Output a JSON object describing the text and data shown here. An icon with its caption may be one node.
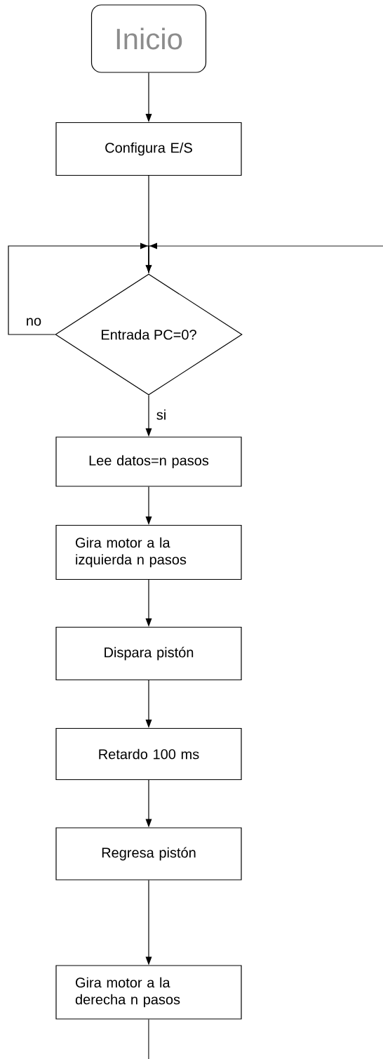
{
  "diagram": {
    "nodes": [
      {
        "text": [
          "Inicio"
        ]
      },
      {
        "text": [
          "Configura E/S"
        ]
      },
      {
        "text": [
          "Entrada PC=0?"
        ]
      },
      {
        "text": [
          "Lee datos=n pasos"
        ]
      },
      {
        "text": [
          "Gira motor a la izquierda n pasos"
        ]
      },
      {
        "text": [
          "Dispara pistón"
        ]
      },
      {
        "text": [
          "Retardo 100 ms"
        ]
      },
      {
        "text": [
          "Regresa pistón"
        ]
      },
      {
        "text": [
          "Gira motor a la derecha n pasos"
        ]
      }
    ],
    "edges": [
      {
        "from": 0,
        "to": 1,
        "arrow": "to"
      },
      {
        "from": 1,
        "to": 2,
        "arrow": "to"
      },
      {
        "from": 2,
        "to": 2,
        "arrow": "to",
        "label": "no"
      },
      {
        "from": null,
        "to": 2,
        "arrow": "to"
      },
      {
        "from": 2,
        "to": 3,
        "arrow": "to",
        "label": "si"
      },
      {
        "from": 3,
        "to": 4,
        "arrow": "to"
      },
      {
        "from": 4,
        "to": 5,
        "arrow": "to"
      },
      {
        "from": 5,
        "to": 6,
        "arrow": "to"
      },
      {
        "from": 6,
        "to": 7,
        "arrow": "to"
      },
      {
        "from": 7,
        "to": 8,
        "arrow": "to"
      },
      {
        "from": 8,
        "to": null,
        "arrow": "none"
      }
    ]
  }
}
